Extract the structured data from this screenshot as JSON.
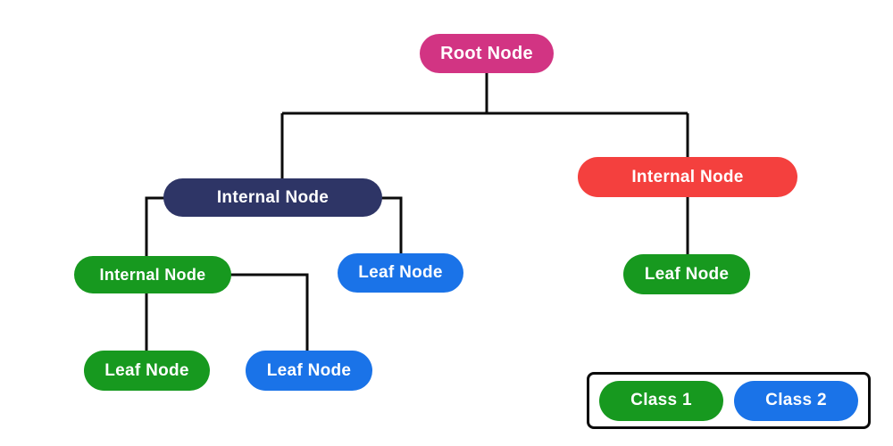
{
  "diagram_type": "decision-tree",
  "colors": {
    "root_pink": "#d23483",
    "internal_navy": "#2e3566",
    "internal_red": "#f4403e",
    "class1_green": "#17991f",
    "class2_blue": "#1a73e8",
    "connector_black": "#0b0b0b",
    "background": "#ffffff"
  },
  "nodes": [
    {
      "id": "root",
      "label": "Root Node",
      "color": "#d23483"
    },
    {
      "id": "internal-left",
      "label": "Internal Node",
      "color": "#2e3566"
    },
    {
      "id": "internal-right",
      "label": "Internal Node",
      "color": "#f4403e"
    },
    {
      "id": "internal-left-child",
      "label": "Internal Node",
      "color": "#17991f"
    },
    {
      "id": "leaf-middle",
      "label": "Leaf Node",
      "color": "#1a73e8"
    },
    {
      "id": "leaf-right",
      "label": "Leaf Node",
      "color": "#17991f"
    },
    {
      "id": "leaf-bottom-left",
      "label": "Leaf Node",
      "color": "#17991f"
    },
    {
      "id": "leaf-bottom-middle",
      "label": "Leaf Node",
      "color": "#1a73e8"
    }
  ],
  "legend": {
    "items": [
      {
        "label": "Class 1",
        "color": "#17991f"
      },
      {
        "label": "Class 2",
        "color": "#1a73e8"
      }
    ]
  }
}
